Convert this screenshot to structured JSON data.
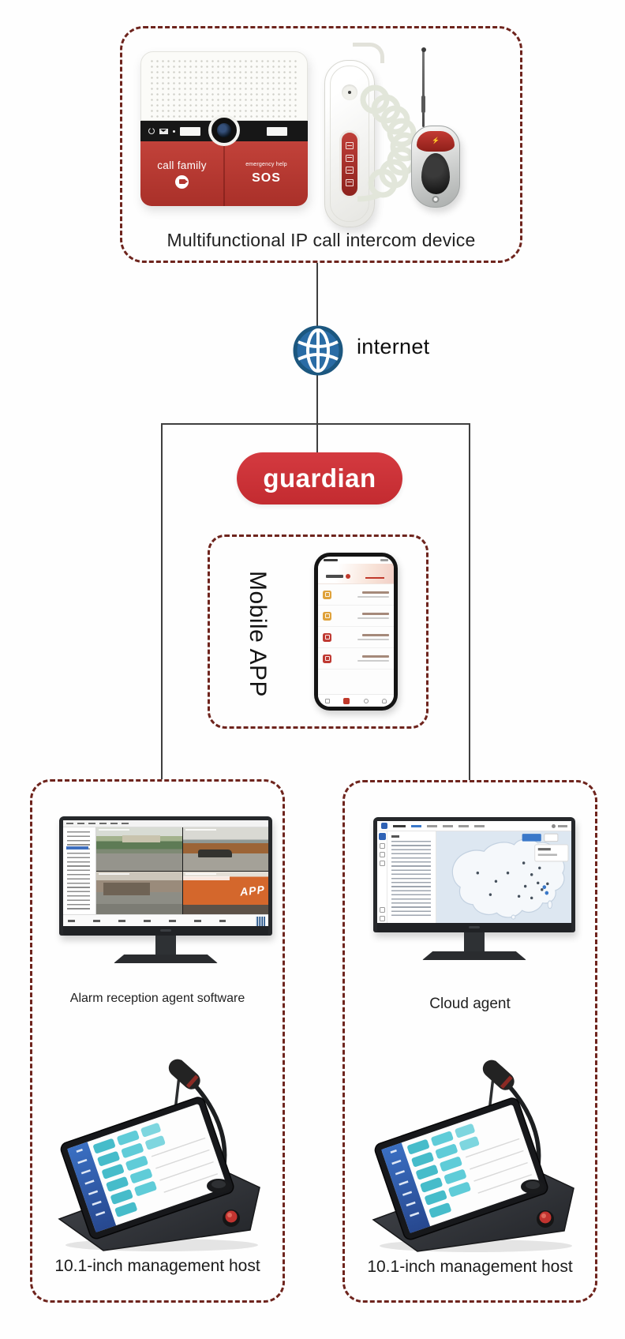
{
  "colors": {
    "dashed_border": "#6e241d",
    "connector_line": "#3f3f3f",
    "guardian_red": "#ce3237",
    "globe_blue": "#2a6ca5",
    "intercom_red": "#b8362f",
    "host_button_teal": "#4fc3cf",
    "host_sidebar_blue": "#2f62b5",
    "phone_accent_red": "#c0392b"
  },
  "top_box": {
    "caption": "Multifunctional IP call intercom device",
    "intercom": {
      "left_button": "call family",
      "right_button_small": "emergency help",
      "right_button_big": "SOS"
    }
  },
  "internet": {
    "label": "internet"
  },
  "guardian": {
    "label": "guardian"
  },
  "mobile_app": {
    "label": "Mobile APP",
    "phone": {
      "rows": [
        {
          "icon": "#dfa23b"
        },
        {
          "icon": "#dfa23b"
        },
        {
          "icon": "#bf3a33"
        },
        {
          "icon": "#bf3a33"
        }
      ]
    }
  },
  "left_box": {
    "monitor_caption": "Alarm reception agent software",
    "screen": {
      "truck_text": "APP"
    },
    "host_caption": "10.1-inch management host"
  },
  "right_box": {
    "monitor_caption": "Cloud agent",
    "host_caption": "10.1-inch management host"
  }
}
